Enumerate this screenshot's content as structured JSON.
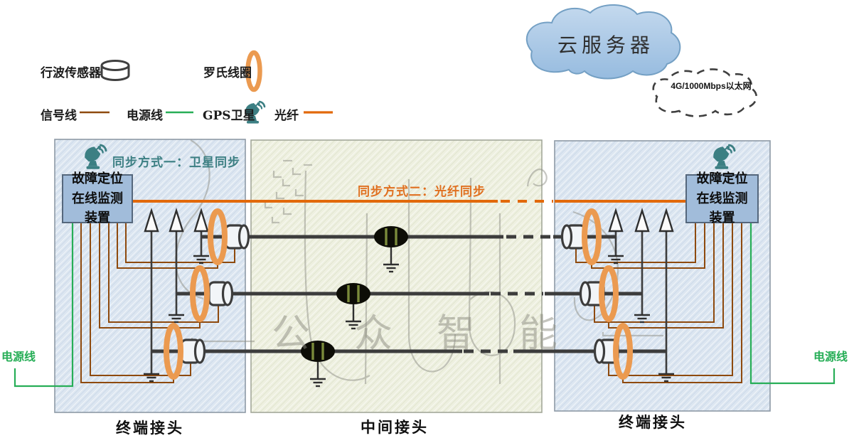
{
  "legend": {
    "traveling_wave_sensor": "行波传感器",
    "rogowski_coil": "罗氏线圈",
    "signal_line": "信号线",
    "power_line": "电源线",
    "gps_satellite": "GPS卫星",
    "optical_fiber": "光纤"
  },
  "cloud_server_label": "云服务器",
  "ethernet_label": "4G/1000Mbps以太网",
  "sync_method_1": "同步方式一：卫星同步",
  "sync_method_2": "同步方式二：光纤同步",
  "monitor_device": {
    "left": "故障定位在线监测装置",
    "right": "故障定位在线监测装置"
  },
  "power_label": {
    "left": "电源线",
    "right": "电源线"
  },
  "joint_labels": {
    "left": "终端接头",
    "middle": "中间接头",
    "right": "终端接头"
  },
  "watermark": "公众智能",
  "colors": {
    "fiber_orange": "#e2690b",
    "signal_brown": "#8e4a0e",
    "power_green": "#27ae57",
    "coil_orange": "#eb9a50",
    "cable_black": "#3c3c3c",
    "sync_teal": "#3c7f83",
    "panel_blue": "#dce6f1",
    "panel_green": "#eef0e0",
    "box_blue": "#a1bcda",
    "cloud_blue": "#adc9e6"
  }
}
